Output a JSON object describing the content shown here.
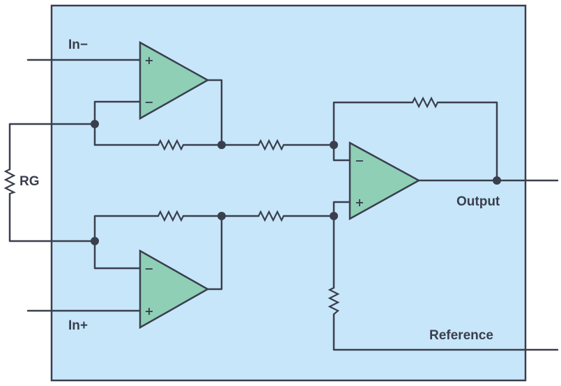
{
  "diagram": {
    "colors": {
      "background": "#c8e6fa",
      "opamp_fill": "#8ecfb6",
      "line": "#3a3f4d"
    },
    "labels": {
      "in_minus": "In−",
      "in_plus": "In+",
      "rg": "RG",
      "output": "Output",
      "reference": "Reference"
    },
    "pins": {
      "plus": "+",
      "minus": "−"
    }
  }
}
